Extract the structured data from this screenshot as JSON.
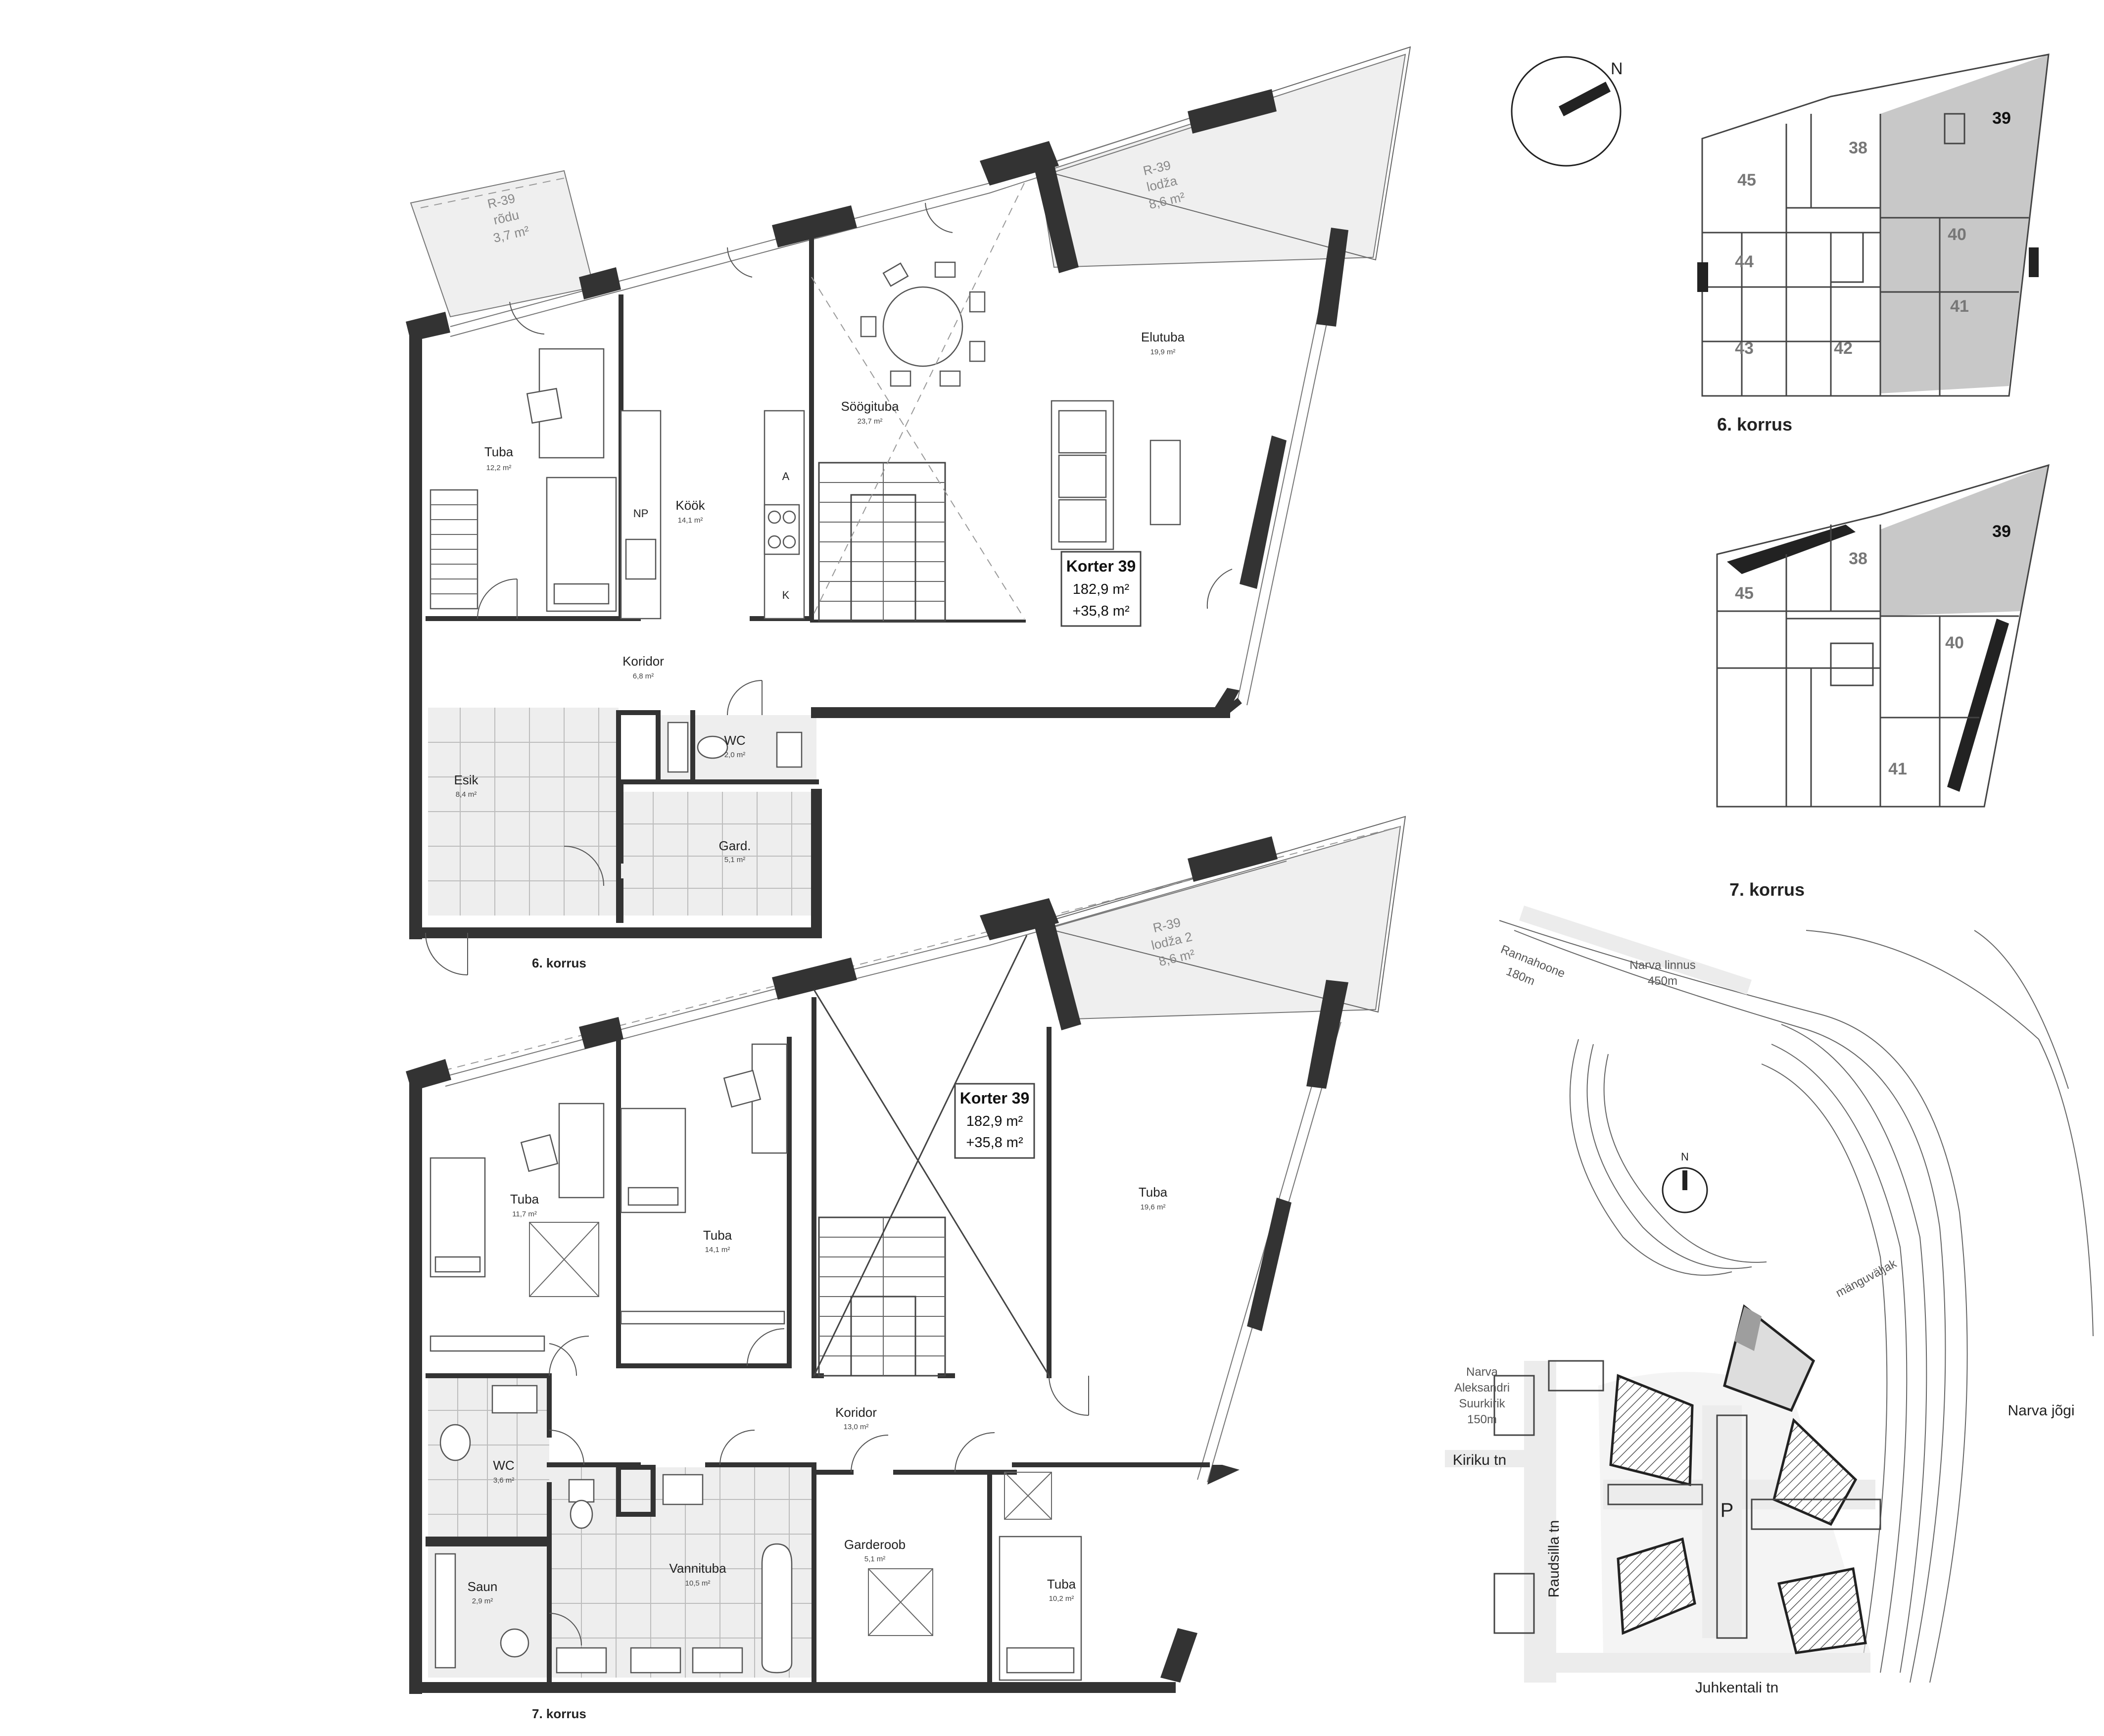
{
  "apartment": {
    "title": "Korter 39",
    "area": "182,9 m²",
    "extra_area": "+35,8 m²"
  },
  "floor6": {
    "label": "6. korrus",
    "rooms": [
      {
        "name": "Tuba",
        "area": "12,2 m²"
      },
      {
        "name": "Köök",
        "area": "14,1 m²"
      },
      {
        "name": "Söögituba",
        "area": "23,7 m²"
      },
      {
        "name": "Elutuba",
        "area": "19,9 m²"
      },
      {
        "name": "Koridor",
        "area": "6,8 m²"
      },
      {
        "name": "WC",
        "area": "2,0 m²"
      },
      {
        "name": "Esik",
        "area": "8,4 m²"
      },
      {
        "name": "Gard.",
        "area": "5,1 m²"
      }
    ],
    "balcony_rodu": {
      "code": "R-39",
      "name": "rõdu",
      "area": "3,7 m²"
    },
    "balcony_lodza": {
      "code": "R-39",
      "name": "lodža",
      "area": "8,6 m²"
    },
    "kitchen_marks": {
      "np": "NP",
      "a": "A",
      "k": "K"
    }
  },
  "floor7": {
    "label": "7. korrus",
    "rooms": [
      {
        "name": "Tuba",
        "area": "11,7 m²"
      },
      {
        "name": "Tuba",
        "area": "14,1 m²"
      },
      {
        "name": "Tuba",
        "area": "19,6 m²"
      },
      {
        "name": "Koridor",
        "area": "13,0 m²"
      },
      {
        "name": "WC",
        "area": "3,6 m²"
      },
      {
        "name": "Saun",
        "area": "2,9 m²"
      },
      {
        "name": "Vannituba",
        "area": "10,5 m²"
      },
      {
        "name": "Garderoob",
        "area": "5,1 m²"
      },
      {
        "name": "Tuba",
        "area": "10,2 m²"
      }
    ],
    "balcony_lodza": {
      "code": "R-39",
      "name": "lodža 2",
      "area": "8,6 m²"
    }
  },
  "compass": {
    "letter": "N"
  },
  "key_plan_6": {
    "label": "6. korrus",
    "units": [
      "39",
      "38",
      "45",
      "40",
      "44",
      "41",
      "43",
      "42"
    ],
    "highlight": "39"
  },
  "key_plan_7": {
    "label": "7. korrus",
    "units": [
      "39",
      "38",
      "45",
      "40",
      "41"
    ],
    "highlight": "39"
  },
  "site_plan": {
    "compass_letter": "N",
    "playground": "mänguväljak",
    "river": "Narva jõgi",
    "rannahoone_line1": "Rannahoone",
    "rannahoone_line2": "180m",
    "narva_city_line1": "Narva linnus",
    "narva_city_line2": "450m",
    "church_line1": "Narva",
    "church_line2": "Aleksandri",
    "church_line3": "Suurkirik",
    "church_line4": "150m",
    "street_kiriku": "Kiriku tn",
    "street_raudsilla": "Raudsilla tn",
    "street_juhkentali": "Juhkentali tn",
    "parking": "P"
  },
  "colors": {
    "wall": "#333333",
    "highlight": "#c8c8c8",
    "tile": "#eeeeee"
  }
}
